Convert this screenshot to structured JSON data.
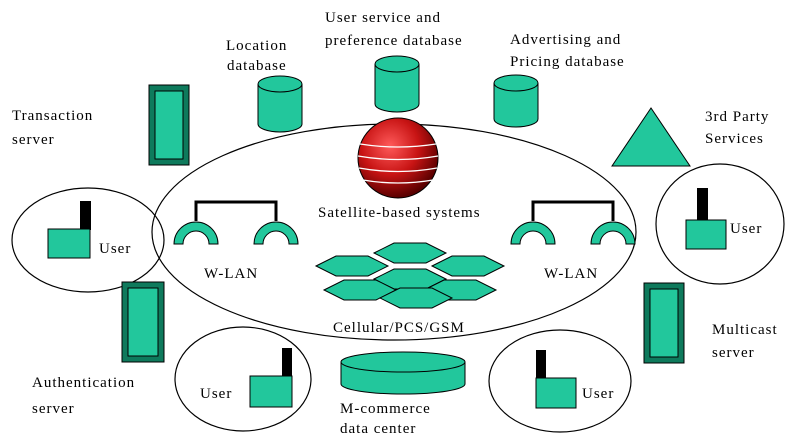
{
  "labels": {
    "location_db": [
      "Location",
      "database"
    ],
    "user_service_db": [
      "User service and",
      "preference database"
    ],
    "advertising_db": [
      "Advertising and",
      "Pricing database"
    ],
    "transaction_server": [
      "Transaction",
      "server"
    ],
    "third_party": [
      "3rd Party",
      "Services"
    ],
    "satellite": "Satellite-based systems",
    "wlan_left": "W-LAN",
    "wlan_right": "W-LAN",
    "cellular": "Cellular/PCS/GSM",
    "user_left": "User",
    "user_right": "User",
    "user_bottom_left": "User",
    "user_bottom_right": "User",
    "authentication_server": [
      "Authentication",
      "server"
    ],
    "multicast_server": [
      "Multicast",
      "server"
    ],
    "mcommerce": [
      "M-commerce",
      "data center"
    ]
  },
  "colors": {
    "node_fill": "#22c79c",
    "node_dark": "#0e7a5c",
    "satellite_red": "#c81414",
    "line": "#000000"
  }
}
